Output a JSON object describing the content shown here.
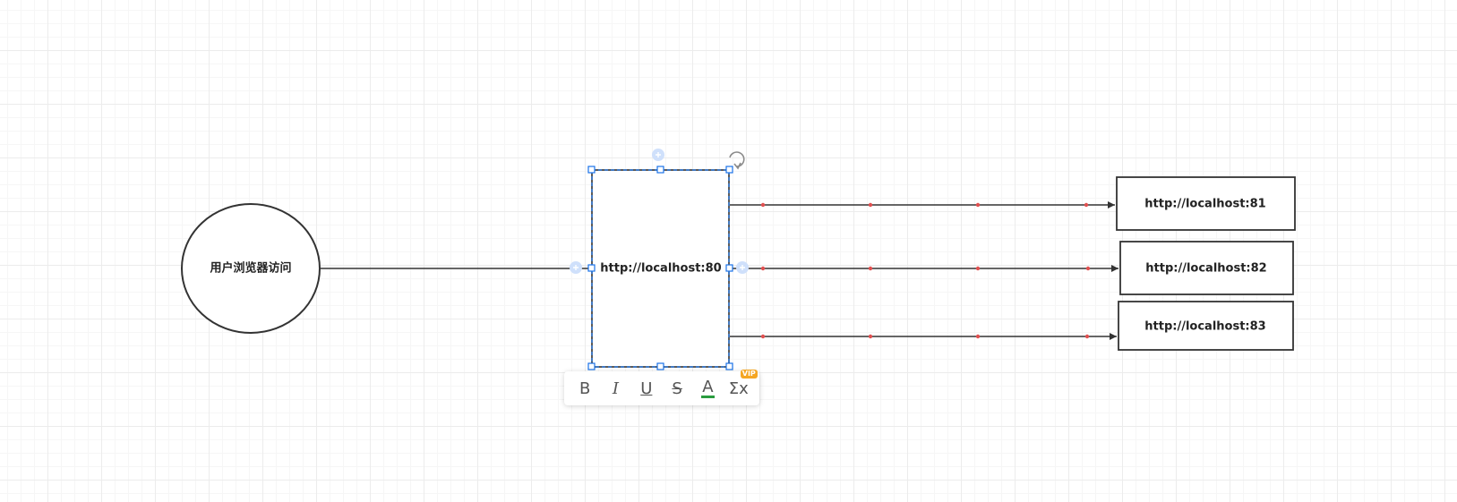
{
  "diagram": {
    "nodes": {
      "browser": "用户浏览器访问",
      "proxy": "http://localhost:80",
      "server1": "http://localhost:81",
      "server2": "http://localhost:82",
      "server3": "http://localhost:83"
    }
  },
  "toolbar": {
    "bold": "B",
    "italic": "I",
    "underline": "U",
    "strikethrough": "S",
    "font_color": "A",
    "formula": "Σx",
    "formula_badge": "VIP"
  },
  "colors": {
    "selection": "#1a73e8",
    "handle_fill": "#ffffff",
    "waypoint": "#e05050",
    "stroke": "#333333",
    "font_color_bar": "#2a9c3f",
    "vip": "#f5a623"
  }
}
